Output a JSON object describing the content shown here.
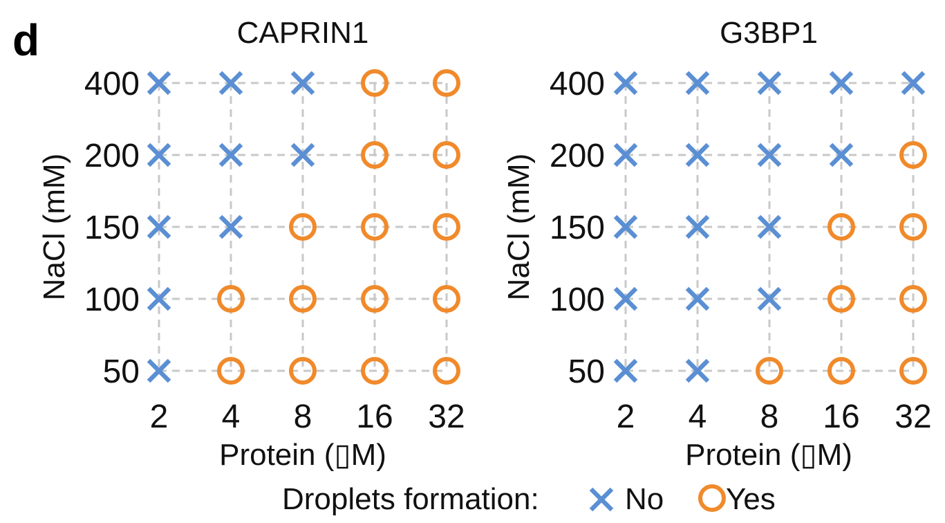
{
  "panel_label": "d",
  "colors": {
    "no": "#5b8fd4",
    "yes": "#f08a2b",
    "grid": "#c8c8c8"
  },
  "legend": {
    "title": "Droplets formation:",
    "no_label": "No",
    "yes_label": "Yes"
  },
  "chart_data": [
    {
      "type": "scatter",
      "title": "CAPRIN1",
      "xlabel": "Protein (▯M)",
      "ylabel": "NaCl (mM)",
      "x": [
        "2",
        "4",
        "8",
        "16",
        "32"
      ],
      "y": [
        "50",
        "100",
        "150",
        "200",
        "400"
      ],
      "grid": true,
      "matrix": [
        [
          "No",
          "Yes",
          "Yes",
          "Yes",
          "Yes"
        ],
        [
          "No",
          "Yes",
          "Yes",
          "Yes",
          "Yes"
        ],
        [
          "No",
          "No",
          "Yes",
          "Yes",
          "Yes"
        ],
        [
          "No",
          "No",
          "No",
          "Yes",
          "Yes"
        ],
        [
          "No",
          "No",
          "No",
          "Yes",
          "Yes"
        ]
      ]
    },
    {
      "type": "scatter",
      "title": "G3BP1",
      "xlabel": "Protein (▯M)",
      "ylabel": "NaCl (mM)",
      "x": [
        "2",
        "4",
        "8",
        "16",
        "32"
      ],
      "y": [
        "50",
        "100",
        "150",
        "200",
        "400"
      ],
      "grid": true,
      "matrix": [
        [
          "No",
          "No",
          "Yes",
          "Yes",
          "Yes"
        ],
        [
          "No",
          "No",
          "No",
          "Yes",
          "Yes"
        ],
        [
          "No",
          "No",
          "No",
          "Yes",
          "Yes"
        ],
        [
          "No",
          "No",
          "No",
          "No",
          "Yes"
        ],
        [
          "No",
          "No",
          "No",
          "No",
          "No"
        ]
      ]
    }
  ]
}
